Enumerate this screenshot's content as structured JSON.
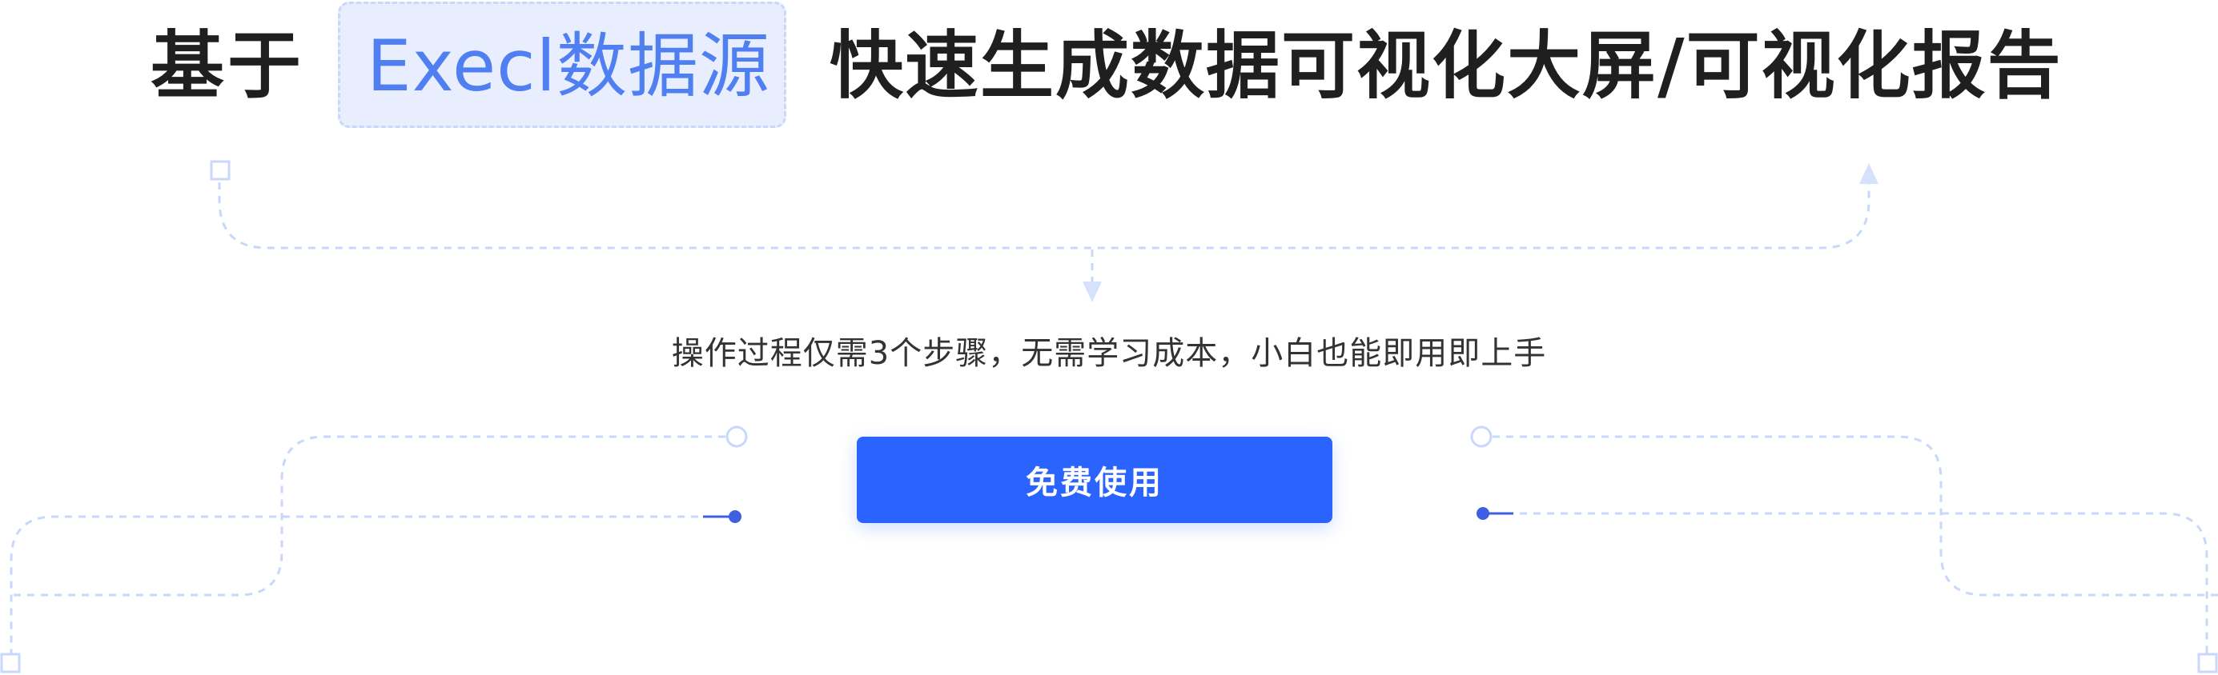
{
  "headline": {
    "prefix": "基于",
    "highlight": "Execl数据源",
    "suffix": "快速生成数据可视化大屏/可视化报告"
  },
  "subtitle": "操作过程仅需3个步骤，无需学习成本，小白也能即用即上手",
  "cta": {
    "label": "免费使用"
  },
  "colors": {
    "accent": "#2b63ff",
    "highlight_text": "#4f7ff0",
    "highlight_bg": "#e8eefe",
    "connector_line": "#c9d7fb",
    "node_dot": "#3d5fe0"
  }
}
